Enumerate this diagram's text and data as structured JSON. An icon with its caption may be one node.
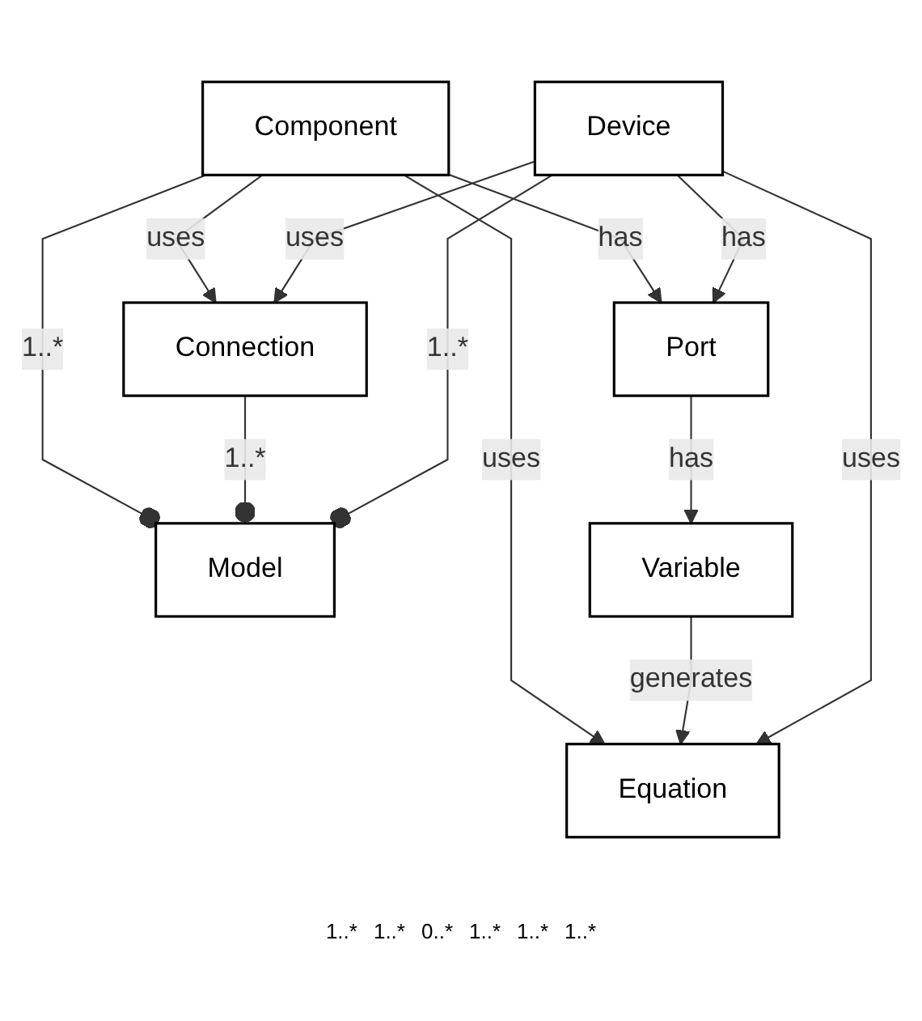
{
  "diagram": {
    "nodes": [
      {
        "text": [
          "Model"
        ]
      },
      {
        "text": [
          "Component"
        ]
      },
      {
        "text": [
          "Connection"
        ]
      },
      {
        "text": [
          "Device"
        ]
      },
      {
        "text": [
          "Port"
        ]
      },
      {
        "text": [
          "Variable"
        ]
      },
      {
        "text": [
          "Equation"
        ]
      }
    ],
    "edges": [
      {
        "from": 1,
        "to": 0,
        "arrow": "other",
        "label": "1..*"
      },
      {
        "from": 2,
        "to": 0,
        "arrow": "other",
        "label": "1..*"
      },
      {
        "from": 3,
        "to": 0,
        "arrow": "other",
        "label": "1..*"
      },
      {
        "from": 1,
        "to": 2,
        "arrow": "to",
        "label": "uses"
      },
      {
        "from": 3,
        "to": 2,
        "arrow": "to",
        "label": "uses"
      },
      {
        "from": 1,
        "to": 4,
        "arrow": "to",
        "label": "has"
      },
      {
        "from": 3,
        "to": 4,
        "arrow": "to",
        "label": "has"
      },
      {
        "from": 4,
        "to": 5,
        "arrow": "to",
        "label": "has"
      },
      {
        "from": 1,
        "to": 6,
        "arrow": "to",
        "label": "uses"
      },
      {
        "from": 5,
        "to": 6,
        "arrow": "to",
        "label": "generates"
      },
      {
        "from": 3,
        "to": 6,
        "arrow": "to",
        "label": "uses"
      }
    ],
    "labels": [
      "1..*",
      "1..*",
      "0..*",
      "1..*",
      "1..*",
      "1..*"
    ]
  }
}
